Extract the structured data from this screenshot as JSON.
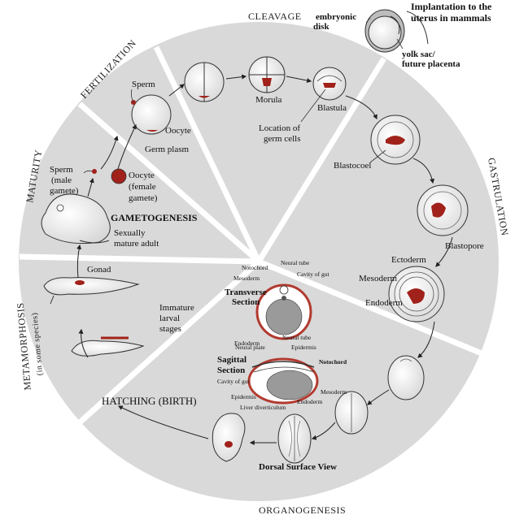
{
  "colors": {
    "disc_fill": "#d9d9d9",
    "sector_line": "#ffffff",
    "germ_plasm": "#a0221a",
    "embryo_fill": "#f2f2f2",
    "outline": "#222222"
  },
  "stages": {
    "cleavage": "CLEAVAGE",
    "fertilization": "FERTILIZATION",
    "maturity": "MATURITY",
    "gastrulation": "GASTRULATION",
    "metamorphosis": "METAMORPHOSIS",
    "metamorphosis_note": "(in some species)",
    "organogenesis": "ORGANOGENESIS"
  },
  "labels": {
    "sperm_top": "Sperm",
    "oocyte": "Oocyte",
    "germ_plasm": "Germ plasm",
    "morula": "Morula",
    "blastula": "Blastula",
    "germ_cells_1": "Location of",
    "germ_cells_2": "germ cells",
    "blastocoel": "Blastocoel",
    "blastopore": "Blastopore",
    "ectoderm": "Ectoderm",
    "mesoderm": "Mesoderm",
    "endoderm": "Endoderm",
    "sperm_male_1": "Sperm",
    "sperm_male_2": "(male",
    "sperm_male_3": "gamete)",
    "oocyte_female_1": "Oocyte",
    "oocyte_female_2": "(female",
    "oocyte_female_3": "gamete)",
    "gametogenesis": "GAMETOGENESIS",
    "adult_1": "Sexually",
    "adult_2": "mature adult",
    "gonad": "Gonad",
    "larval_1": "Immature",
    "larval_2": "larval",
    "larval_3": "stages",
    "hatching": "HATCHING (BIRTH)",
    "dorsal_view": "Dorsal Surface View",
    "implantation_1": "Implantation to the",
    "implantation_2": "uterus in mammals",
    "embryonic_disk_1": "embryonic",
    "embryonic_disk_2": "disk",
    "yolk_sac_1": "yolk sac/",
    "yolk_sac_2": "future placenta"
  },
  "transverse": {
    "title_1": "Transverse",
    "title_2": "Section",
    "notochord": "Notochord",
    "neural_tube": "Neural tube",
    "mesoderm": "Mesoderm",
    "cavity_of_gut": "Cavity of gut",
    "endoderm": "Endoderm",
    "epidermis": "Epidermis"
  },
  "sagittal": {
    "title_1": "Sagittal",
    "title_2": "Section",
    "neural_tube": "Neural tube",
    "neural_plate": "Neural plate",
    "notochord": "Notochord",
    "cavity_of_gut": "Cavity of gut",
    "mesoderm": "Mesoderm",
    "epidermis": "Epidermis",
    "endoderm": "Endoderm",
    "liver": "Liver diverticulum"
  }
}
